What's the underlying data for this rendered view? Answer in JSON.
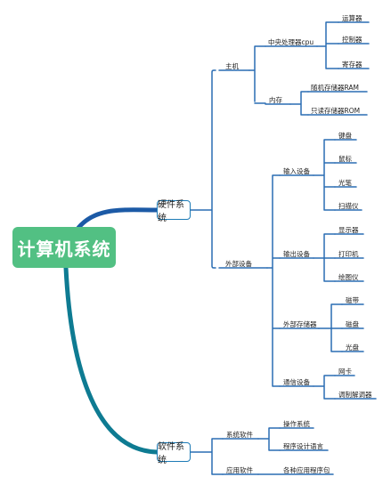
{
  "root": {
    "label": "计算机系统",
    "color": "#52c083"
  },
  "colors": {
    "hardware_branch": "#1c5aa6",
    "software_branch": "#0e7b92",
    "line": "#2a6db3",
    "box_border": "#1d7bb6"
  },
  "hardware": {
    "label": "硬件系统",
    "host": {
      "label": "主机",
      "cpu": {
        "label": "中央处理器cpu",
        "items": [
          "运算器",
          "控制器",
          "寄存器"
        ]
      },
      "memory": {
        "label": "内存",
        "items": [
          "随机存储器RAM",
          "只读存储器ROM"
        ]
      }
    },
    "peripherals": {
      "label": "外部设备",
      "input": {
        "label": "输入设备",
        "items": [
          "键盘",
          "鼠标",
          "光笔",
          "扫描仪"
        ]
      },
      "output": {
        "label": "输出设备",
        "items": [
          "显示器",
          "打印机",
          "绘图仪"
        ]
      },
      "storage": {
        "label": "外部存储器",
        "items": [
          "磁带",
          "磁盘",
          "光盘"
        ]
      },
      "communication": {
        "label": "通信设备",
        "items": [
          "网卡",
          "调制解调器"
        ]
      }
    }
  },
  "software": {
    "label": "软件系统",
    "system_software": {
      "label": "系统软件",
      "items": [
        "操作系统",
        "程序设计语言"
      ]
    },
    "application_software": {
      "label": "应用软件",
      "items": [
        "各种应用程序包"
      ]
    }
  }
}
